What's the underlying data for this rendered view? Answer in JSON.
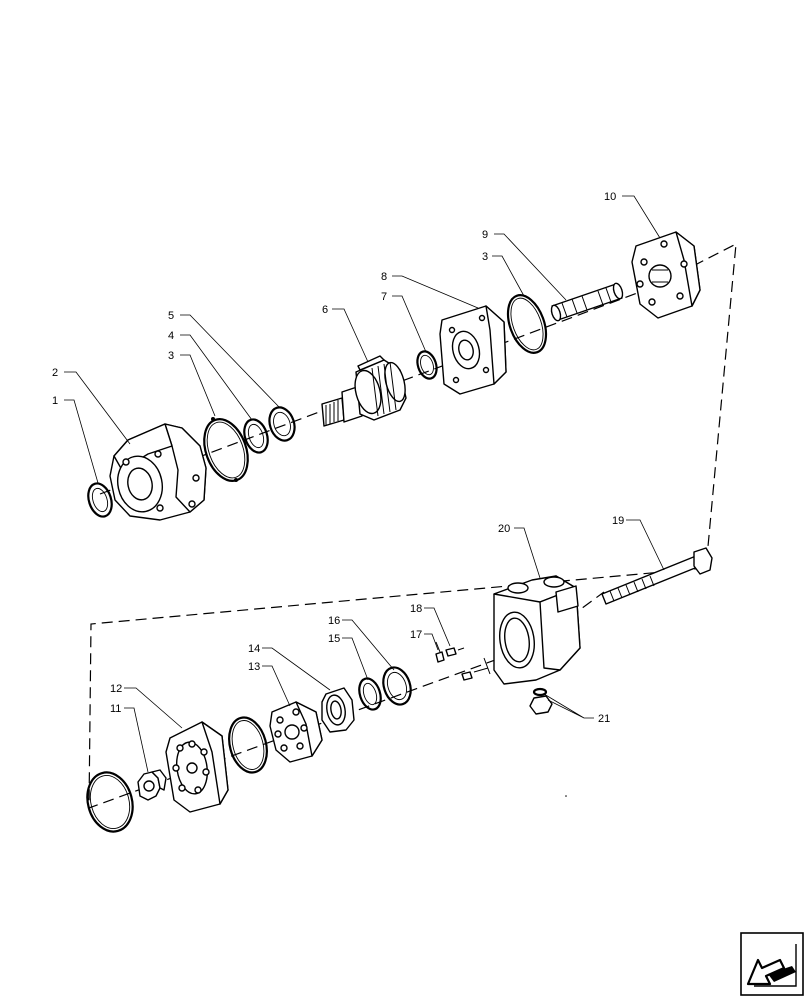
{
  "diagram": {
    "callouts": {
      "c1": "1",
      "c2": "2",
      "c3a": "3",
      "c4": "4",
      "c5": "5",
      "c6": "6",
      "c7": "7",
      "c8": "8",
      "c3b": "3",
      "c9": "9",
      "c10": "10",
      "c11": "11",
      "c12": "12",
      "c13": "13",
      "c14": "14",
      "c15": "15",
      "c16": "16",
      "c17": "17",
      "c18": "18",
      "c19": "19",
      "c20": "20",
      "c21": "21"
    }
  },
  "navigation": {
    "icon": "page-turn-arrow-icon"
  }
}
